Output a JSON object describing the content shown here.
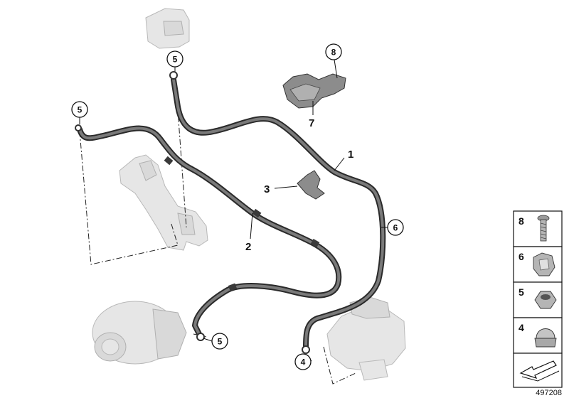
{
  "diagram_number": "497208",
  "callouts": {
    "c1": "1",
    "c2": "2",
    "c3": "3",
    "c7": "7",
    "c8": "8",
    "c6": "6",
    "c5a": "5",
    "c5b": "5",
    "c5c": "5",
    "c4": "4"
  },
  "legend": [
    {
      "number": "8",
      "icon": "bolt-icon"
    },
    {
      "number": "6",
      "icon": "clip-icon"
    },
    {
      "number": "5",
      "icon": "hex-nut-icon"
    },
    {
      "number": "4",
      "icon": "cap-nut-icon"
    },
    {
      "number": "",
      "icon": "arrow-icon"
    }
  ]
}
